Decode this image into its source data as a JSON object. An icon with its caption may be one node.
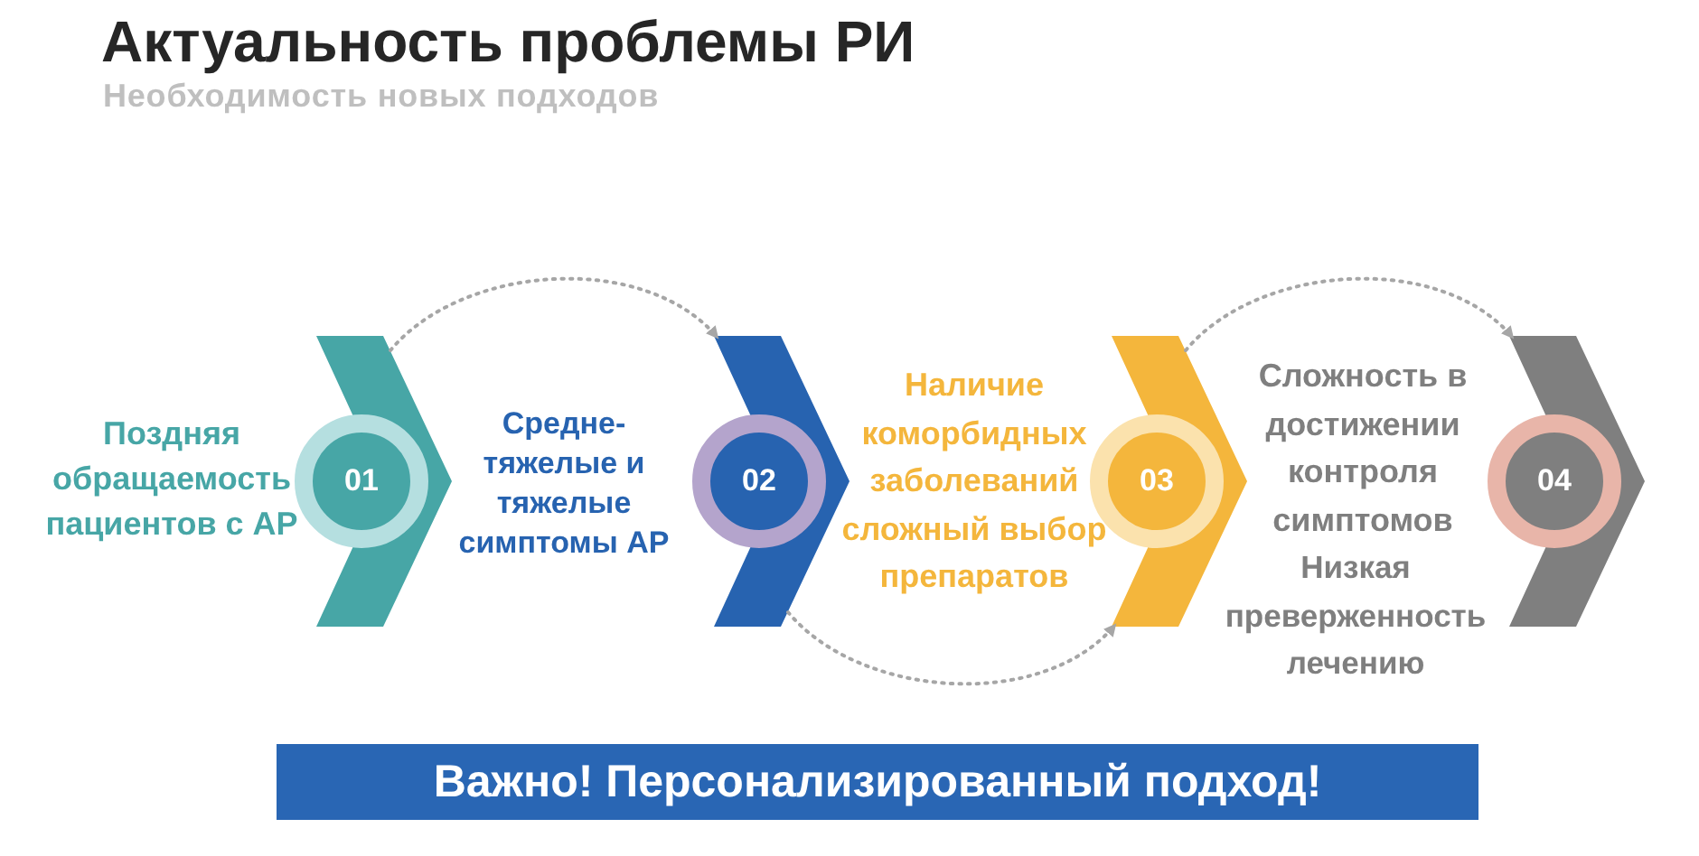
{
  "diagram": {
    "title": "Актуальность проблемы РИ",
    "nodes": [
      {
        "text": [
          "01"
        ]
      },
      {
        "text": [
          "02"
        ]
      },
      {
        "text": [
          "03"
        ]
      },
      {
        "text": [
          "04"
        ]
      },
      {
        "text": [
          "Важно! Персонализированный подход!"
        ]
      }
    ],
    "edges": [
      {
        "from": 0,
        "to": 1,
        "arrow": "to",
        "style": "dashed"
      },
      {
        "from": 1,
        "to": 2,
        "arrow": "to",
        "style": "dashed"
      },
      {
        "from": 2,
        "to": 3,
        "arrow": "to",
        "style": "dashed"
      }
    ],
    "labels": [
      "Необходимость новых подходов",
      "Поздняя обращаемость пациентов с АР",
      "Средне-тяжелые и тяжелые симптомы АР",
      "Наличие коморбидных заболеваний сложный выбор препаратов",
      "Сложность в достижении контроля симптомов",
      "Низкая преверженность лечению"
    ]
  }
}
